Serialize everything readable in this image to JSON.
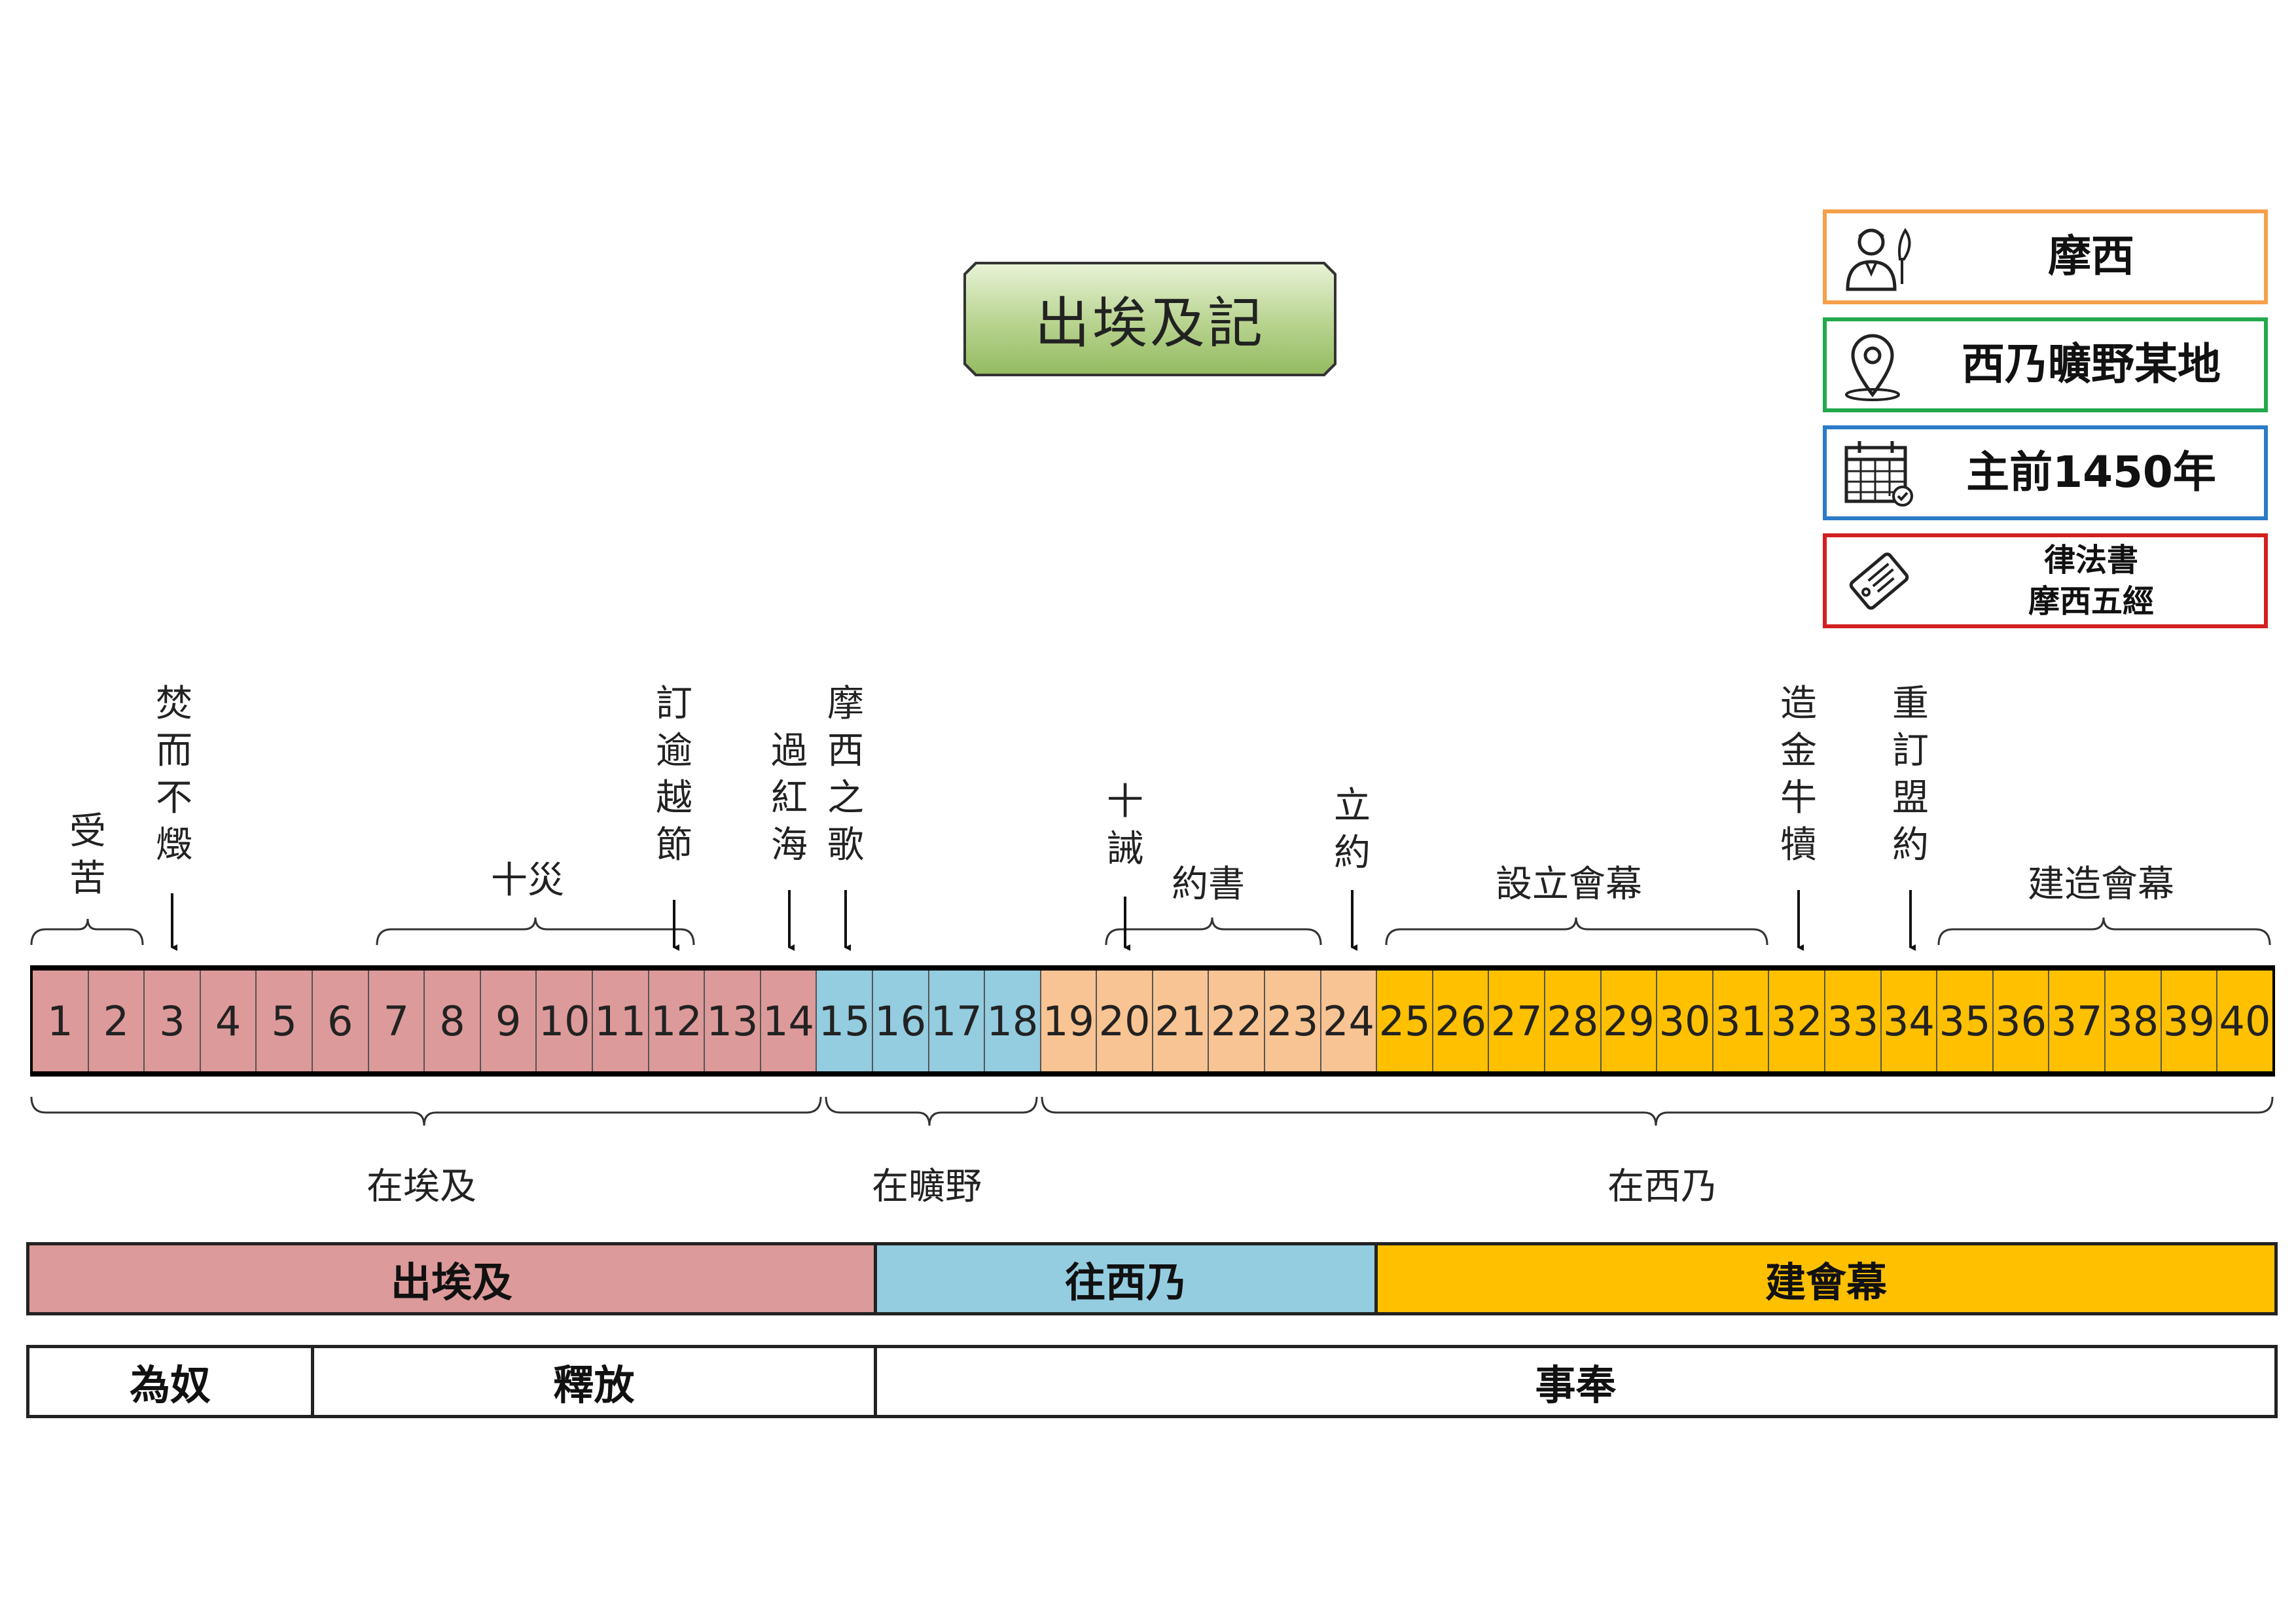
{
  "title": "出埃及記",
  "info": {
    "author": "摩西",
    "location": "西乃曠野某地",
    "date": "主前1450年",
    "category_line1": "律法書",
    "category_line2": "摩西五經"
  },
  "colors": {
    "author_border": "#f5a04b",
    "location_border": "#23a84c",
    "date_border": "#2b7bc6",
    "category_border": "#d42020",
    "egypt": "#dd9a9a",
    "wilderness": "#94cce0",
    "covenant": "#f9c493",
    "tabernacle": "#ffc000"
  },
  "chapters": [
    "1",
    "2",
    "3",
    "4",
    "5",
    "6",
    "7",
    "8",
    "9",
    "10",
    "11",
    "12",
    "13",
    "14",
    "15",
    "16",
    "17",
    "18",
    "19",
    "20",
    "21",
    "22",
    "23",
    "24",
    "25",
    "26",
    "27",
    "28",
    "29",
    "30",
    "31",
    "32",
    "33",
    "34",
    "35",
    "36",
    "37",
    "38",
    "39",
    "40"
  ],
  "events": {
    "suffering": "受苦",
    "burning_bush": "焚而不燬",
    "ten_plagues": "十災",
    "passover": "訂逾越節",
    "red_sea": "過紅海",
    "song_of_moses": "摩西之歌",
    "ten_commandments": "十誡",
    "covenant_book": "約書",
    "make_covenant": "立約",
    "set_tabernacle": "設立會幕",
    "golden_calf": "造金牛犢",
    "renew_covenant": "重訂盟約",
    "build_tabernacle": "建造會幕"
  },
  "locations": {
    "egypt": "在埃及",
    "wilderness": "在曠野",
    "sinai": "在西乃"
  },
  "sections": {
    "exodus": "出埃及",
    "to_sinai": "往西乃",
    "build_tabernacle": "建會幕"
  },
  "themes": {
    "slavery": "為奴",
    "release": "釋放",
    "service": "事奉"
  }
}
